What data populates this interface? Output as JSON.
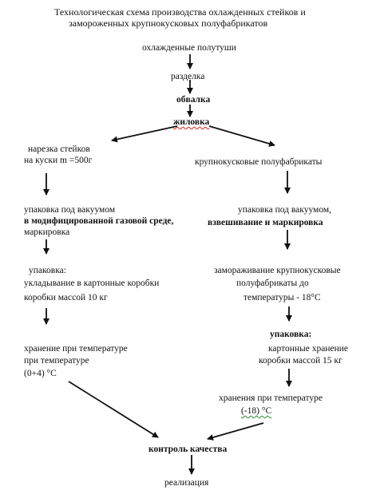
{
  "title": {
    "line1": "Технологическая схема производства охлажденных стейков и",
    "line2": "замороженных крупнокусковых полуфабрикатов"
  },
  "nodes": {
    "chilled_half_carcasses": "охлажденные полутуши",
    "cutting": "разделка",
    "deboning": "обвалка",
    "trimming": "жиловка",
    "left": {
      "slicing_line1": "нарезка стейков",
      "slicing_line2": "на куски  m =500г",
      "vacuum_line1": "упаковка под вакуумом",
      "vacuum_line2": "в модифицированной газовой среде,",
      "vacuum_line3": "маркировка",
      "pack_line1": "упаковка:",
      "pack_line2": "укладывание в картонные коробки",
      "pack_line3": "коробки массой 10 кг",
      "storage_line1": "хранение при температуре",
      "storage_line2": "при температуре",
      "storage_line3": "(0+4)  °C"
    },
    "right": {
      "bulk_semi": "крупнокусковые полуфабрикаты",
      "vacuum_line1": "упаковка под вакуумом,",
      "vacuum_line2": "взвешивание и маркировка",
      "freeze_line1": "замораживание крупнокусковые",
      "freeze_line2": "полуфабрикаты до",
      "freeze_line3": "температуры - 18°C",
      "pack_line1": "упаковка:",
      "pack_line2": "картонные хранение",
      "pack_line3": "коробки массой  15 кг",
      "storage_line1": "хранения при температуре",
      "storage_line2": "(-18) °C"
    },
    "quality_control": "контроль качества",
    "sale": "реализация"
  }
}
